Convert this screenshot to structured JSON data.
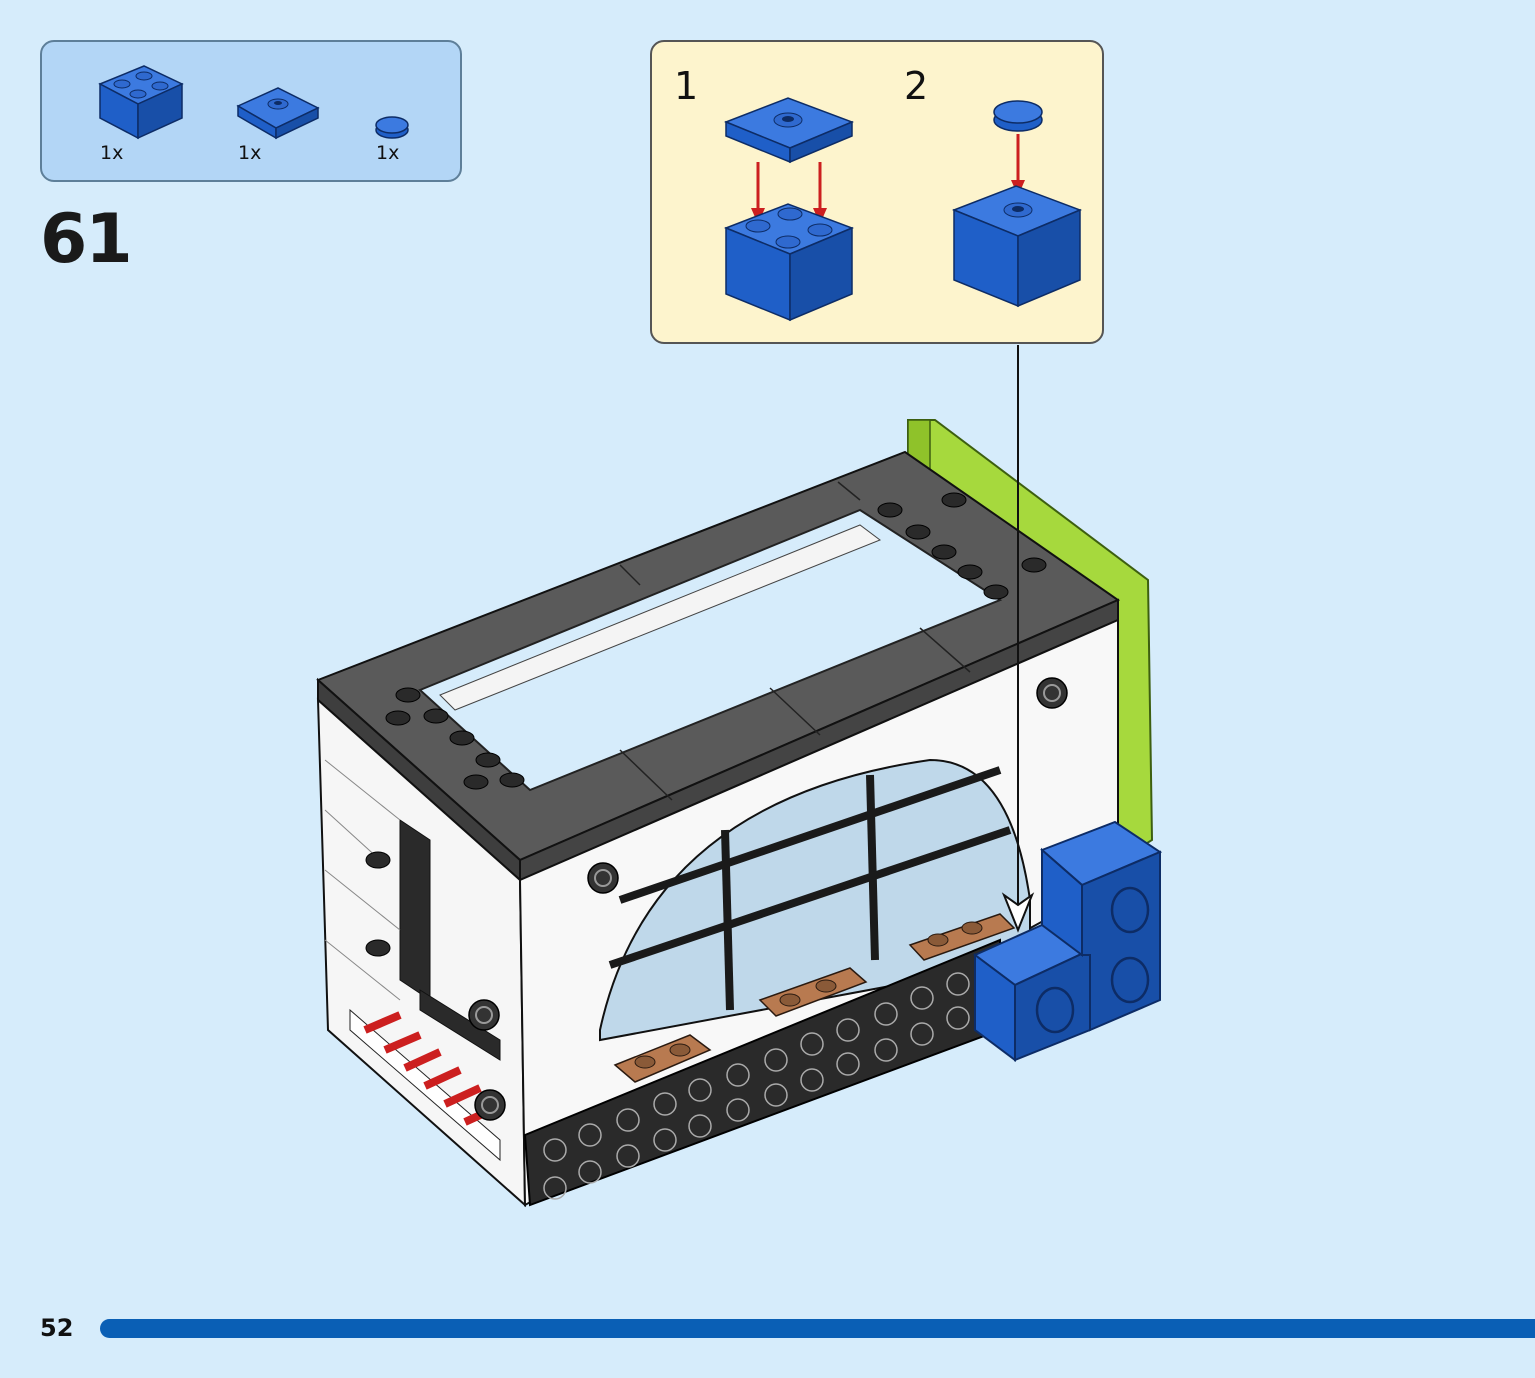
{
  "parts_list": {
    "items": [
      {
        "part": "brick 2x2",
        "color": "#1f5fc8",
        "quantity": "1x"
      },
      {
        "part": "plate 2x2 with 1 stud",
        "color": "#1f5fc8",
        "quantity": "1x"
      },
      {
        "part": "round tile 1x1",
        "color": "#1f5fc8",
        "quantity": "1x"
      }
    ]
  },
  "step": {
    "number": "61"
  },
  "substeps": [
    {
      "label": "1"
    },
    {
      "label": "2"
    }
  ],
  "footer": {
    "page_number": "52"
  },
  "colors": {
    "page_background": "#d6ecfb",
    "parts_box": "#b3d6f6",
    "substep_box": "#fdf4cd",
    "brick_blue": "#1f5fc8",
    "arrow_red": "#cc1f1f",
    "progress_bar": "#0a5fb5",
    "dark_gray": "#5a5a5a",
    "lime_green": "#a6d93d"
  },
  "icons": [
    "parts-list-icons",
    "assembly-arrow-icon",
    "red-arrow-icon"
  ]
}
